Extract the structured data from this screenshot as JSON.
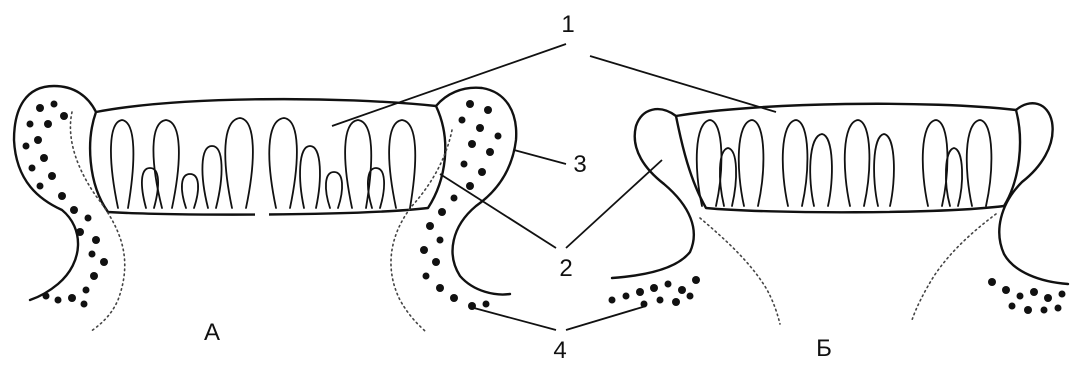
{
  "diagram": {
    "labels": {
      "one": "1",
      "two": "2",
      "three": "3",
      "four": "4",
      "panel_a": "А",
      "panel_b": "Б"
    }
  }
}
